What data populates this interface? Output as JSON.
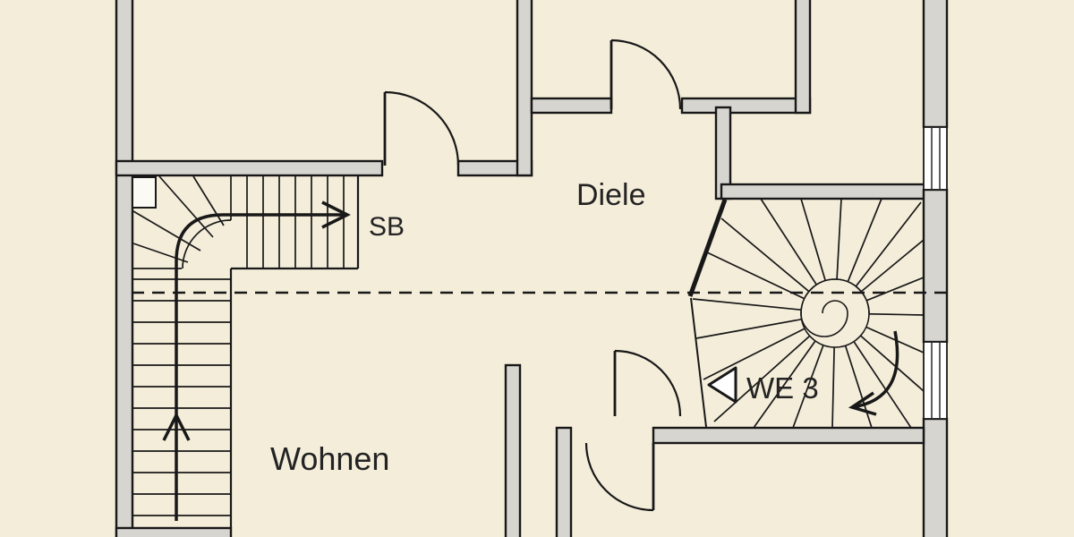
{
  "title": "Apartment floor plan",
  "colors": {
    "background": "#f4edda",
    "wallFill": "#d7d5d0",
    "line": "#181818",
    "text": "#232323"
  },
  "labels": {
    "sb": "SB",
    "diele": "Diele",
    "wohnen": "Wohnen",
    "we3": "WE 3"
  }
}
